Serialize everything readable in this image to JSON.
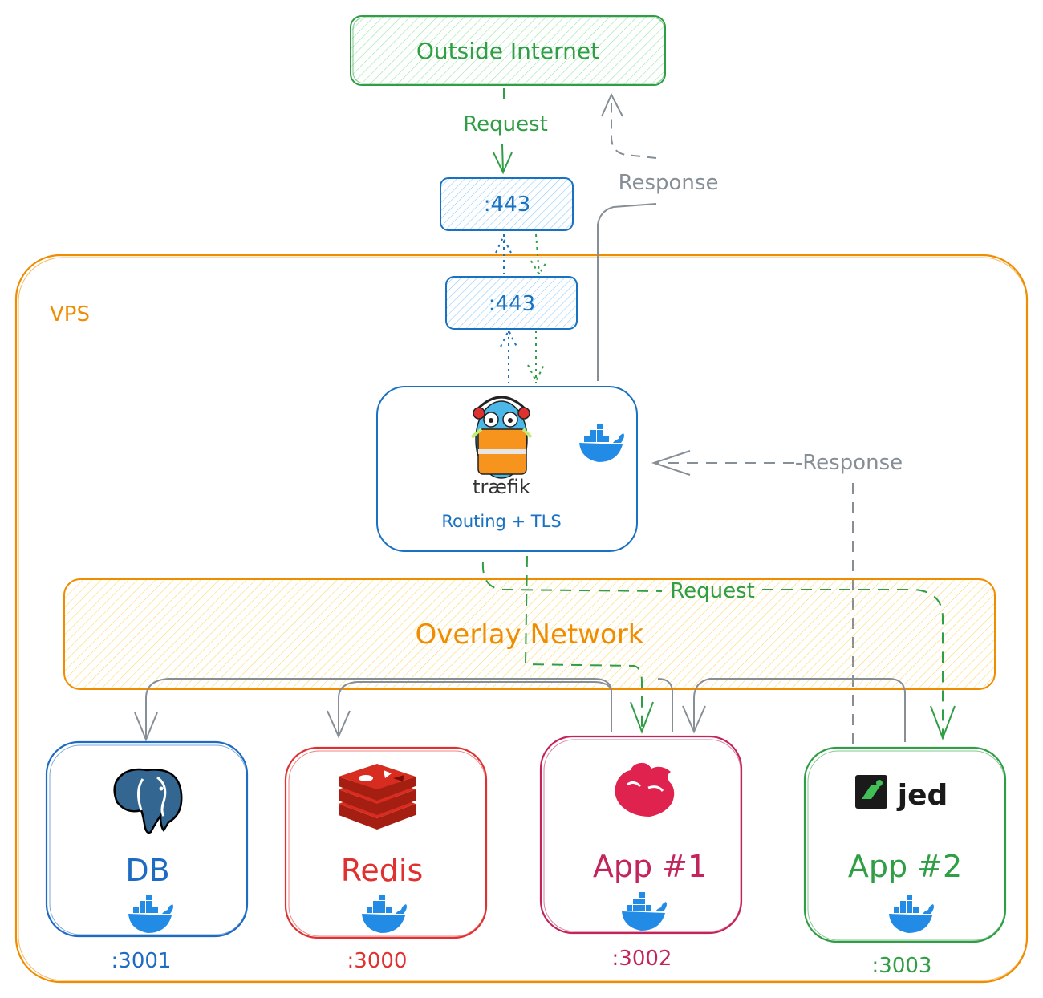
{
  "internet": {
    "label": "Outside Internet"
  },
  "edges": {
    "request_top": "Request",
    "response_top": "Response",
    "response_right": "-Response",
    "request_overlay": "Request"
  },
  "ports": {
    "host": ":443",
    "container": ":443"
  },
  "vps": {
    "label": "VPS"
  },
  "traefik": {
    "logo_text": "træfik",
    "caption": "Routing + TLS"
  },
  "overlay": {
    "label": "Overlay Network"
  },
  "services": [
    {
      "name": "DB",
      "port": ":3001",
      "color": "#1e6bc4",
      "icon": "postgresql-elephant-icon"
    },
    {
      "name": "Redis",
      "port": ":3000",
      "color": "#e03131",
      "icon": "redis-stack-icon"
    },
    {
      "name": "App #1",
      "port": ":3002",
      "color": "#c2255c",
      "icon": "nestjs-cat-icon"
    },
    {
      "name": "App #2",
      "port": ":3003",
      "color": "#2f9e44",
      "icon": "jed-logo-icon",
      "logo_text": "jed"
    }
  ],
  "colors": {
    "green": "#2f9e44",
    "blue": "#1971c2",
    "orange": "#f08c00",
    "gray": "#868e96",
    "docker": "#228be6"
  }
}
